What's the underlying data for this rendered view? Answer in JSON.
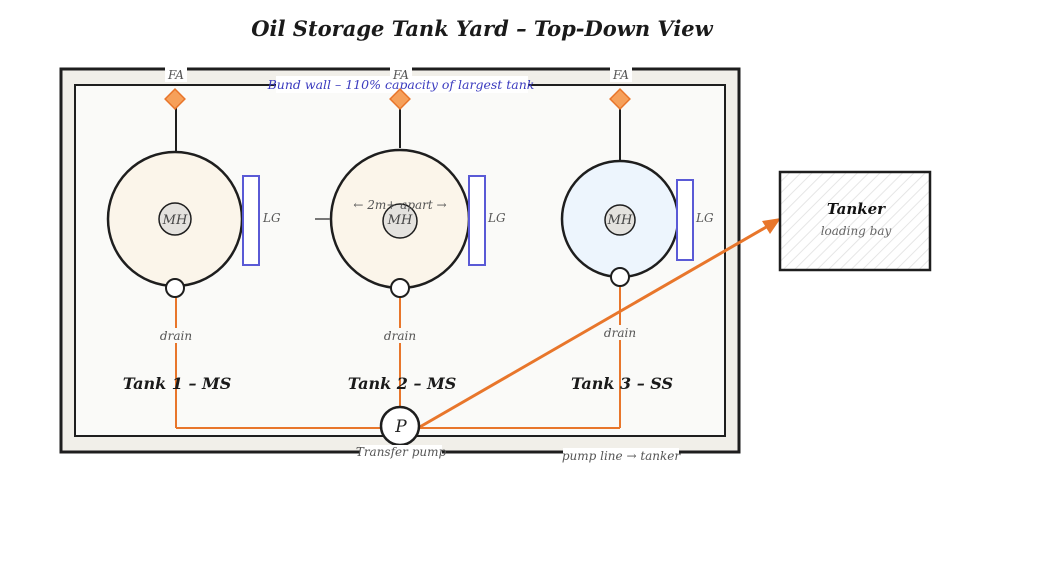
{
  "title": "Oil Storage Tank Yard – Top-Down View",
  "bund_label": "Bund wall – 110% capacity of largest tank",
  "spacing_label": "← 2m+ apart →",
  "tanks": [
    {
      "label": "Tank 1 – MS",
      "fill": "#fbf5ea",
      "fa": "FA",
      "mh": "MH",
      "lg": "LG",
      "drain": "drain"
    },
    {
      "label": "Tank 2 – MS",
      "fill": "#fbf5ea",
      "fa": "FA",
      "mh": "MH",
      "lg": "LG",
      "drain": "drain"
    },
    {
      "label": "Tank 3 – SS",
      "fill": "#edf5fd",
      "fa": "FA",
      "mh": "MH",
      "lg": "LG",
      "drain": "drain"
    }
  ],
  "pump": {
    "letter": "P",
    "label": "Transfer pump"
  },
  "pump_line_label": "pump line → tanker",
  "tanker": {
    "title": "Tanker",
    "subtitle": "loading bay"
  },
  "colors": {
    "accent_orange": "#e8762b",
    "gauge_blue": "#5a5ad6",
    "bund_fill": "#f1efe9",
    "inner_fill": "#fafaf8",
    "stroke": "#1e1e1e"
  }
}
